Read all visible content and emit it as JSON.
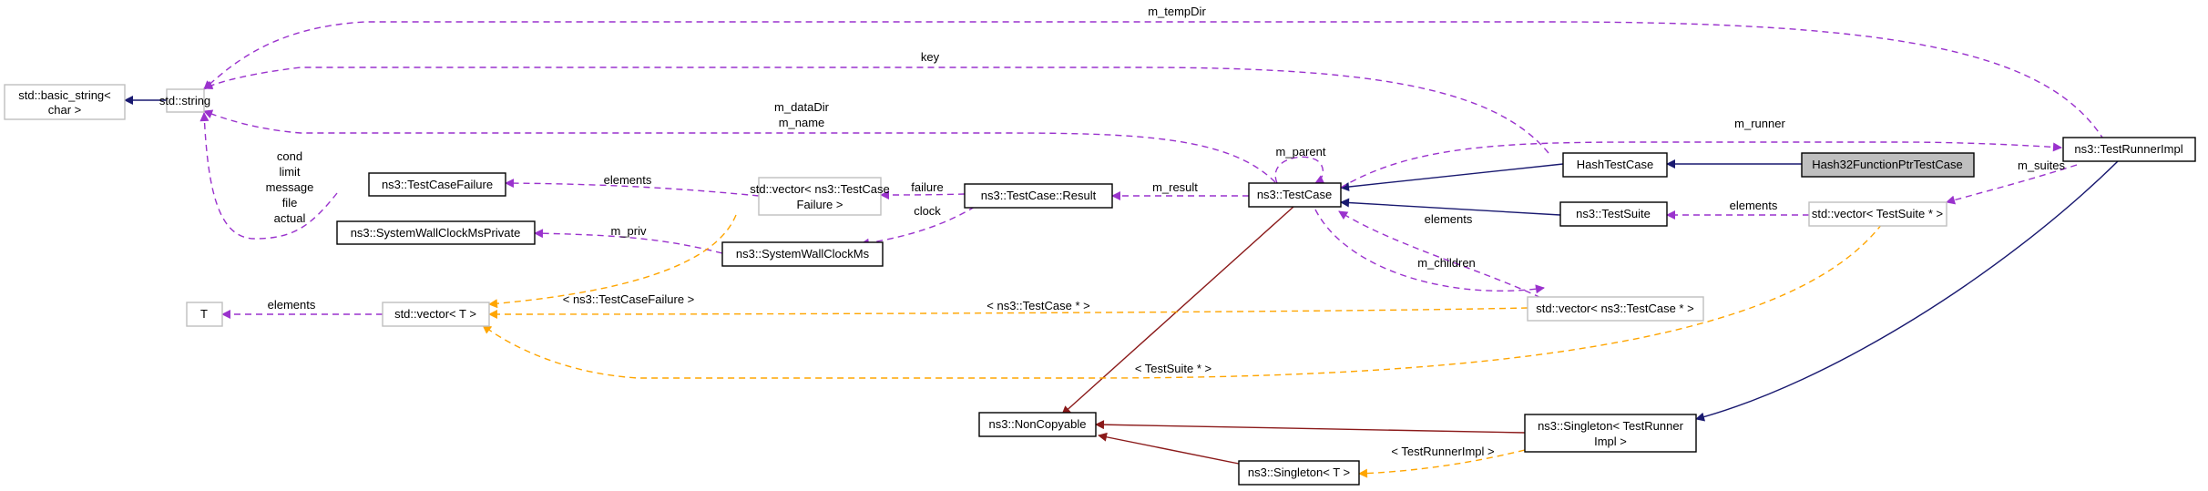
{
  "colors": {
    "inheritance": "#191970",
    "private_inheritance": "#8b1a1a",
    "usage": "#9a32cd",
    "template": "#ffa500",
    "node_border": "#000000",
    "external_node_border": "#bfbfbf",
    "focus_node_fill": "#bfbfbf"
  },
  "nodes": {
    "basic_string": [
      "std::basic_string<",
      "char >"
    ],
    "string": [
      "std::string"
    ],
    "testcasefailure": [
      "ns3::TestCaseFailure"
    ],
    "wallclockprivate": [
      "ns3::SystemWallClockMsPrivate"
    ],
    "T": [
      "T"
    ],
    "vector_T": [
      "std::vector< T >"
    ],
    "vector_failure": [
      "std::vector< ns3::TestCase",
      "Failure >"
    ],
    "wallclock": [
      "ns3::SystemWallClockMs"
    ],
    "result": [
      "ns3::TestCase::Result"
    ],
    "testcase": [
      "ns3::TestCase"
    ],
    "noncopyable": [
      "ns3::NonCopyable"
    ],
    "singleton_T": [
      "ns3::Singleton< T >"
    ],
    "singleton_runner": [
      "ns3::Singleton< TestRunner",
      "Impl >"
    ],
    "hashtestcase": [
      "HashTestCase"
    ],
    "hash32": [
      "Hash32FunctionPtrTestCase"
    ],
    "testsuite": [
      "ns3::TestSuite"
    ],
    "vector_testsuite": [
      "std::vector< TestSuite * >"
    ],
    "vector_testcase": [
      "std::vector< ns3::TestCase * >"
    ],
    "runnerimpl": [
      "ns3::TestRunnerImpl"
    ]
  },
  "edge_labels": {
    "m_tempDir": "m_tempDir",
    "key": "key",
    "m_dataDir": "m_dataDir",
    "m_name": "m_name",
    "cond": "cond",
    "limit": "limit",
    "message": "message",
    "file": "file",
    "actual": "actual",
    "elements_failure": "elements",
    "m_priv": "m_priv",
    "tpl_testcasefailure": "< ns3::TestCaseFailure >",
    "elements_T": "elements",
    "failure": "failure",
    "clock": "clock",
    "m_result": "m_result",
    "m_parent": "m_parent",
    "elements_testcase": "elements",
    "m_children": "m_children",
    "tpl_testcase_ptr": "< ns3::TestCase * >",
    "tpl_testsuite_ptr": "< TestSuite * >",
    "m_runner": "m_runner",
    "m_suites": "m_suites",
    "elements_suite": "elements",
    "tpl_testrunnerimpl": "< TestRunnerImpl >"
  }
}
